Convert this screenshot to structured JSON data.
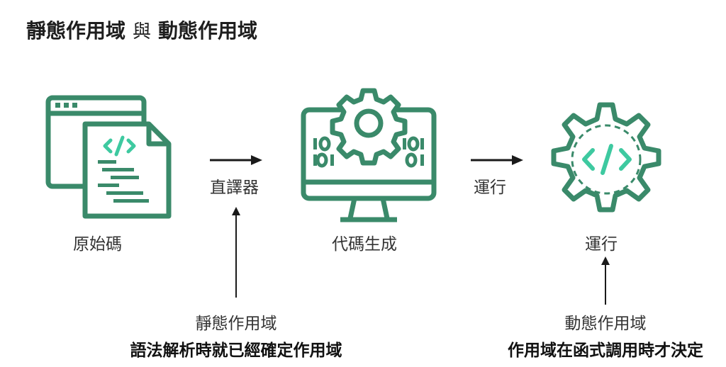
{
  "title": {
    "static": "靜態作用域",
    "sep": "與",
    "dynamic": "動態作用域"
  },
  "nodes": {
    "source": {
      "label": "原始碼",
      "icon": "source-code-icon"
    },
    "codegen": {
      "label": "代碼生成",
      "icon": "monitor-gear-icon"
    },
    "run": {
      "label": "運行",
      "icon": "gear-code-icon"
    }
  },
  "edges": {
    "interpreter": "直譯器",
    "run": "運行"
  },
  "notes": {
    "static": {
      "title": "靜態作用域",
      "desc": "語法解析時就已經確定作用域"
    },
    "dynamic": {
      "title": "動態作用域",
      "desc": "作用域在函式調用時才決定"
    }
  },
  "colors": {
    "icon": "#3a8a6a",
    "accent": "#3ec9a0",
    "arrow": "#1a1a1a"
  }
}
